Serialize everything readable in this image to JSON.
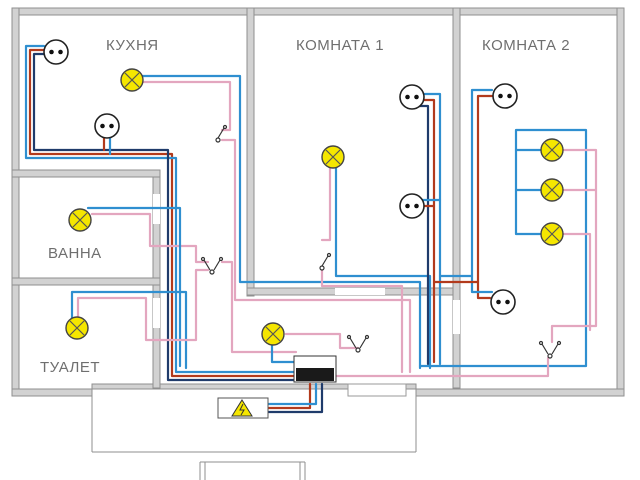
{
  "rooms": {
    "kitchen": "КУХНЯ",
    "room1": "КОМНАТА 1",
    "room2": "КОМНАТА 2",
    "bath": "ВАННА",
    "toilet": "ТУАЛЕТ"
  },
  "colors": {
    "phase_wire": "#b23a1c",
    "neutral_wire": "#2f8fd0",
    "switched_wire": "#e3a6bf",
    "ground_wire": "#1f3b6b",
    "lamp_fill": "#f5e600",
    "panel_fill": "#1a1a1a",
    "wall_fill": "#d2d2d2"
  },
  "symbols": {
    "lamp": "lamp-icon",
    "socket": "socket-icon",
    "switch": "switch-icon",
    "junction_box": "distribution-box",
    "meter": "electric-meter-icon"
  }
}
